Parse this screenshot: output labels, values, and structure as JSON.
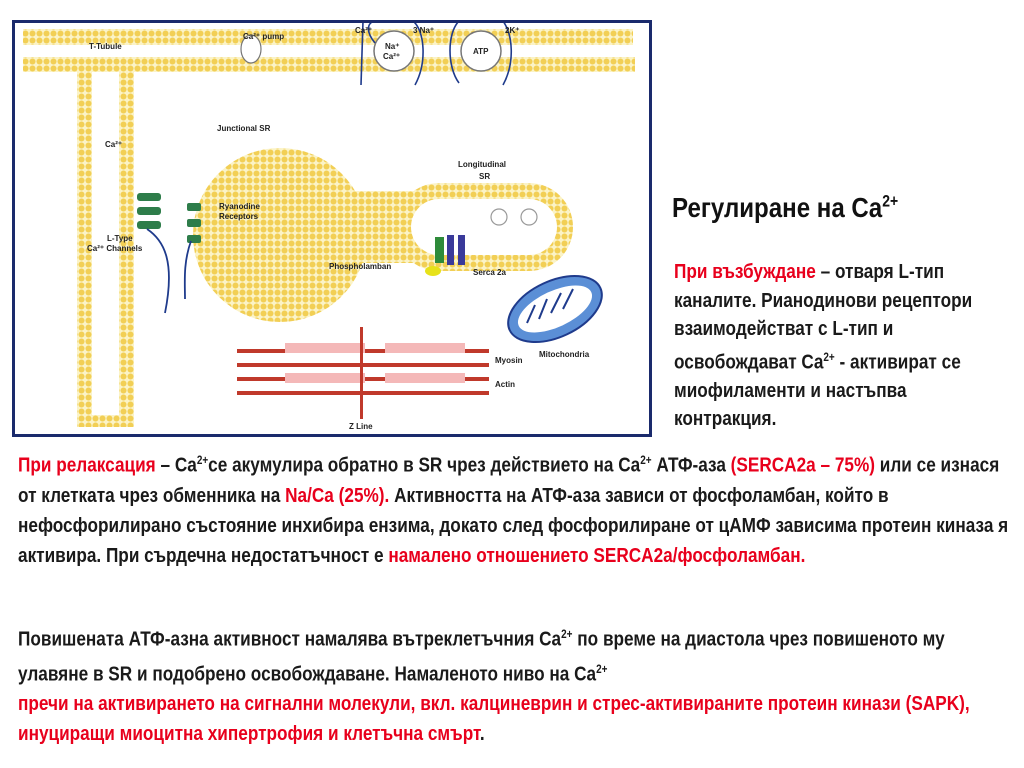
{
  "diagram": {
    "labels": {
      "t_tubule": "T-Tubule",
      "ca_pump": "Ca²⁺ pump",
      "ca_top": "Ca²⁺",
      "na3": "3 Na⁺",
      "k2": "2K⁺",
      "exchanger_na": "Na⁺",
      "exchanger_ca": "Ca²⁺",
      "atp": "ATP",
      "junctional_sr": "Junctional SR",
      "ca_left": "Ca²⁺",
      "longitudinal_sr_1": "Longitudinal",
      "longitudinal_sr_2": "SR",
      "ryanodine_1": "Ryanodine",
      "ryanodine_2": "Receptors",
      "ltype_1": "L-Type",
      "ltype_2": "Ca²⁺ Channels",
      "phospholamban": "Phospholamban",
      "serca": "Serca 2a",
      "mitochondria": "Mitochondria",
      "myosin": "Myosin",
      "actin": "Actin",
      "zline": "Z Line"
    }
  },
  "title": {
    "main": "Регулиране на Ca",
    "sup": "2+"
  },
  "right": {
    "r1": "При възбуждане",
    "r2": " – отваря L-тип каналите. Рианодинови рецептори взаимодействат с L-тип и освобождават Ca",
    "r3": "2+",
    "r4": " - активират се миофиламенти и настъпва контракция."
  },
  "p1": {
    "s1": "При релаксация",
    "s2": " – Ca",
    "s3": "2+",
    "s4": "се акумулира обратно в SR чрез действието на Ca",
    "s5": "2+",
    "s6": " АТФ-аза ",
    "s7": "(SERCA2a – 75%)",
    "s8": " или се изнася от клетката чрез обменника на ",
    "s9": "Na/Ca (25%).",
    "s10": "  Активността на АТФ-аза зависи от фосфоламбан, който в нефосфорилирано състояние инхибира ензима, докато след фосфорилиране от цАМФ зависима протеин киназа я активира. При сърдечна недостатъчност е ",
    "s11": "намалено отношението SERCA2a/фосфоламбан."
  },
  "p2": {
    "s1": "Повишената АТФ-азна активност намалява вътреклетъчния Ca",
    "s2": "2+",
    "s3": " по време на диастола чрез повишеното му улавяне в SR и подобрено освобождаване. Намаленото ниво на Ca",
    "s4": "2+",
    "s5": "пречи на активирането на сигнални молекули, вкл. калциневрин и стрес-активираните протеин кинази (SAPK), инуциращи миоцитна хипертрофия и клетъчна смърт",
    "s6": "."
  }
}
